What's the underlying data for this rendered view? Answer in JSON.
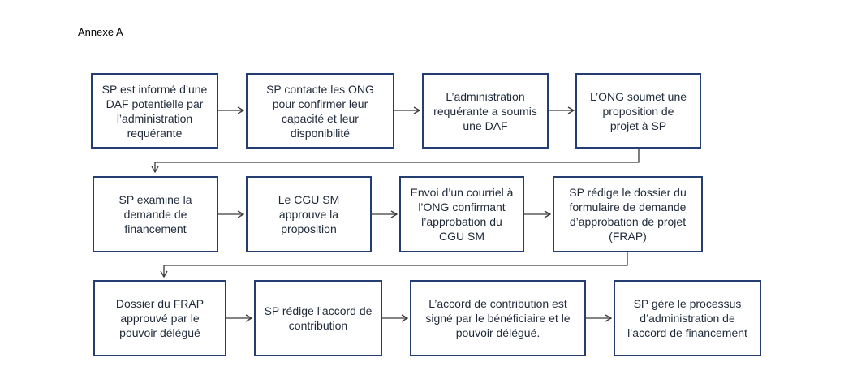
{
  "annex_title": "Annexe A",
  "diagram": {
    "rows": [
      [
        {
          "id": "b1",
          "text": "SP est informé d’une\nDAF potentielle par\nl’administration\nrequérante"
        },
        {
          "id": "b2",
          "text": "SP contacte les ONG\npour confirmer leur\ncapacité et leur\ndisponibilité"
        },
        {
          "id": "b3",
          "text": "L’administration\nrequérante a soumis\nune DAF"
        },
        {
          "id": "b4",
          "text": "L’ONG soumet une\nproposition de\nprojet à SP"
        }
      ],
      [
        {
          "id": "b5",
          "text": "SP examine la\ndemande de\nfinancement"
        },
        {
          "id": "b6",
          "text": "Le CGU SM\napprouve la\nproposition"
        },
        {
          "id": "b7",
          "text": "Envoi d’un courriel à\nl’ONG confirmant\nl’approbation du\nCGU SM"
        },
        {
          "id": "b8",
          "text": "SP rédige le dossier du\nformulaire de demande\nd’approbation de projet\n(FRAP)"
        }
      ],
      [
        {
          "id": "b9",
          "text": "Dossier du FRAP\napprouvé par le\npouvoir délégué"
        },
        {
          "id": "b10",
          "text": "SP rédige l’accord de\ncontribution"
        },
        {
          "id": "b11",
          "text": "L’accord de contribution est\nsigné par le bénéficiaire et le\npouvoir délégué."
        },
        {
          "id": "b12",
          "text": "SP gère le processus\nd’administration de\nl’accord de financement"
        }
      ]
    ]
  }
}
